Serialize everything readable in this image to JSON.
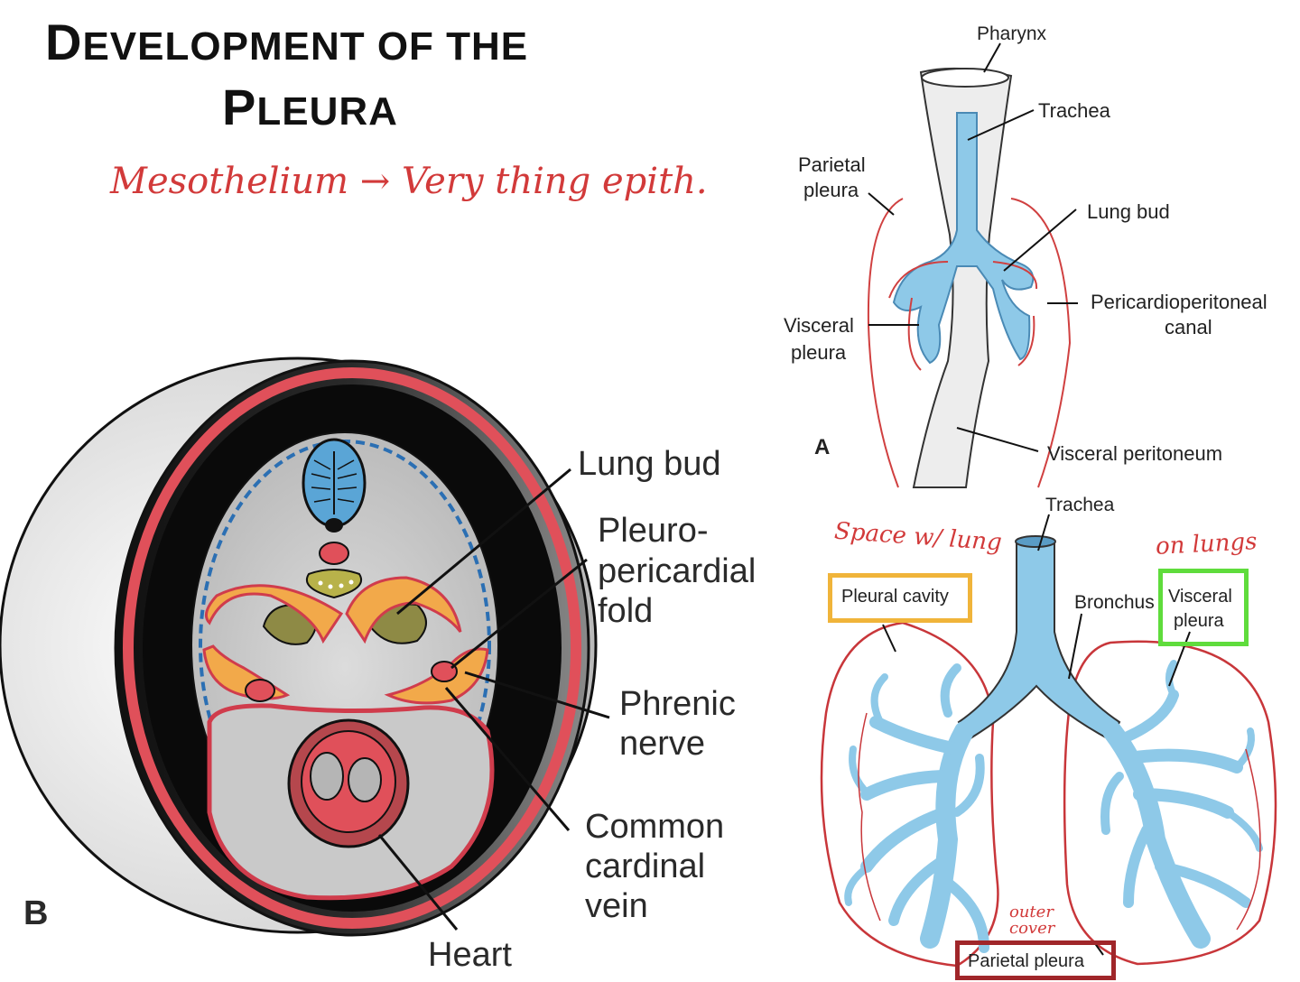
{
  "title": {
    "line1_big_d": "D",
    "line1_rest": "EVELOPMENT OF THE",
    "line2_big_p": "P",
    "line2_rest": "LEURA"
  },
  "annotation_main": "Mesothelium → Very thing epith.",
  "panel_b": {
    "letter": "B",
    "labels": {
      "lung_bud": "Lung bud",
      "pleuro_1": "Pleuro-",
      "pleuro_2": "pericardial",
      "pleuro_3": "fold",
      "phrenic_1": "Phrenic",
      "phrenic_2": "nerve",
      "cardinal_1": "Common",
      "cardinal_2": "cardinal",
      "cardinal_3": "vein",
      "heart": "Heart"
    }
  },
  "panel_a": {
    "letter": "A",
    "labels": {
      "pharynx": "Pharynx",
      "trachea": "Trachea",
      "parietal_1": "Parietal",
      "parietal_2": "pleura",
      "lung_bud": "Lung bud",
      "pericardio_1": "Pericardioperitoneal",
      "pericardio_2": "canal",
      "visceral_1": "Visceral",
      "visceral_2": "pleura",
      "visceral_peritoneum": "Visceral peritoneum"
    }
  },
  "panel_c": {
    "labels": {
      "trachea": "Trachea",
      "bronchus": "Bronchus",
      "pleural_cavity": "Pleural cavity",
      "visceral_1": "Visceral",
      "visceral_2": "pleura",
      "parietal_pleura": "Parietal pleura"
    },
    "annotations": {
      "space": "Space w/ lung",
      "on_lungs": "on lungs",
      "outer_cover_1": "outer",
      "outer_cover_2": "cover"
    },
    "box_colors": {
      "pleural_cavity": "#f0b43a",
      "visceral_pleura": "#5fdc3c",
      "parietal_pleura": "#a0262a"
    }
  },
  "colors": {
    "membrane_red": "#e0505a",
    "epithelium_blue": "#8ec9e8",
    "ink_red": "#d23a3a",
    "fold_orange": "#f2a94a"
  }
}
